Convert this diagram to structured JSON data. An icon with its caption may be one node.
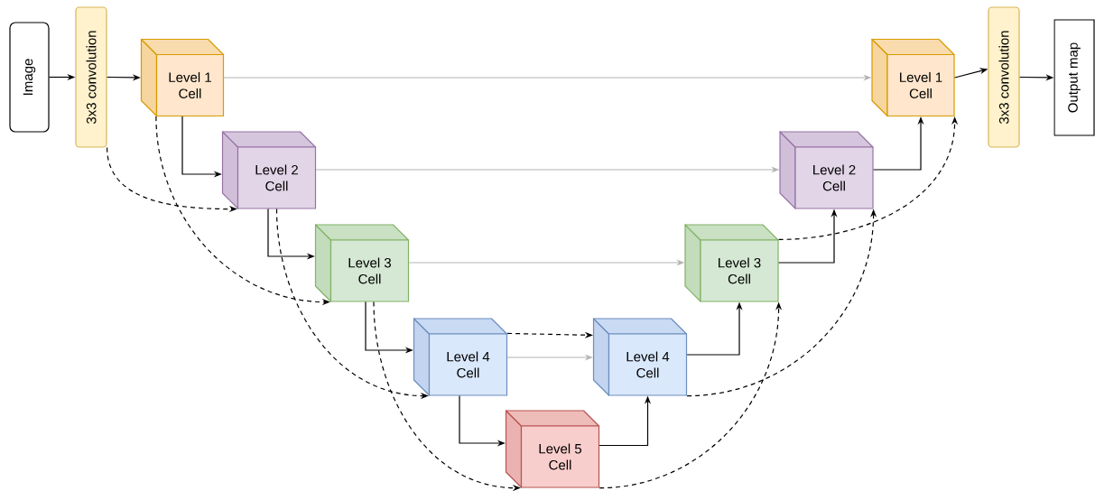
{
  "diagram": {
    "nodes": [
      {
        "text": [
          "Image"
        ]
      },
      {
        "text": [
          "3x3 convolution"
        ]
      },
      {
        "text": [
          "Level 1 Cell"
        ]
      },
      {
        "text": [
          "Level 2 Cell"
        ]
      },
      {
        "text": [
          "Level 3 Cell"
        ]
      },
      {
        "text": [
          "Level 4 Cell"
        ]
      },
      {
        "text": [
          "Level 5 Cell"
        ]
      },
      {
        "text": [
          "Level 4 Cell"
        ]
      },
      {
        "text": [
          "Level 3 Cell"
        ]
      },
      {
        "text": [
          "Level 2 Cell"
        ]
      },
      {
        "text": [
          "Level 1 Cell"
        ]
      },
      {
        "text": [
          "3x3 convolution"
        ]
      },
      {
        "text": [
          "Output map"
        ]
      }
    ],
    "edges": [
      {
        "from": 0,
        "to": 1,
        "arrow": "to"
      },
      {
        "from": 1,
        "to": 2,
        "arrow": "to"
      },
      {
        "from": 2,
        "to": 3,
        "arrow": "to"
      },
      {
        "from": 3,
        "to": 4,
        "arrow": "to"
      },
      {
        "from": 4,
        "to": 5,
        "arrow": "to"
      },
      {
        "from": 5,
        "to": 6,
        "arrow": "to"
      },
      {
        "from": 6,
        "to": 7,
        "arrow": "to"
      },
      {
        "from": 7,
        "to": 8,
        "arrow": "to"
      },
      {
        "from": 8,
        "to": 9,
        "arrow": "to"
      },
      {
        "from": 9,
        "to": 10,
        "arrow": "to"
      },
      {
        "from": 10,
        "to": 11,
        "arrow": "to"
      },
      {
        "from": 11,
        "to": 12,
        "arrow": "to"
      },
      {
        "from": 2,
        "to": 10,
        "arrow": "to",
        "color": "#b3b3b3"
      },
      {
        "from": 3,
        "to": 9,
        "arrow": "to",
        "color": "#b3b3b3"
      },
      {
        "from": 4,
        "to": 8,
        "arrow": "to",
        "color": "#b3b3b3"
      },
      {
        "from": 5,
        "to": 7,
        "arrow": "to",
        "color": "#b3b3b3"
      },
      {
        "from": 1,
        "to": 3,
        "arrow": "to",
        "style": "dashed"
      },
      {
        "from": 2,
        "to": 4,
        "arrow": "to",
        "style": "dashed"
      },
      {
        "from": 3,
        "to": 5,
        "arrow": "to",
        "style": "dashed"
      },
      {
        "from": 4,
        "to": 6,
        "arrow": "to",
        "style": "dashed"
      },
      {
        "from": 5,
        "to": 7,
        "arrow": "to",
        "style": "dashed"
      },
      {
        "from": 6,
        "to": 8,
        "arrow": "to",
        "style": "dashed"
      },
      {
        "from": 7,
        "to": 9,
        "arrow": "to",
        "style": "dashed"
      },
      {
        "from": 8,
        "to": 10,
        "arrow": "to",
        "style": "dashed"
      }
    ]
  }
}
